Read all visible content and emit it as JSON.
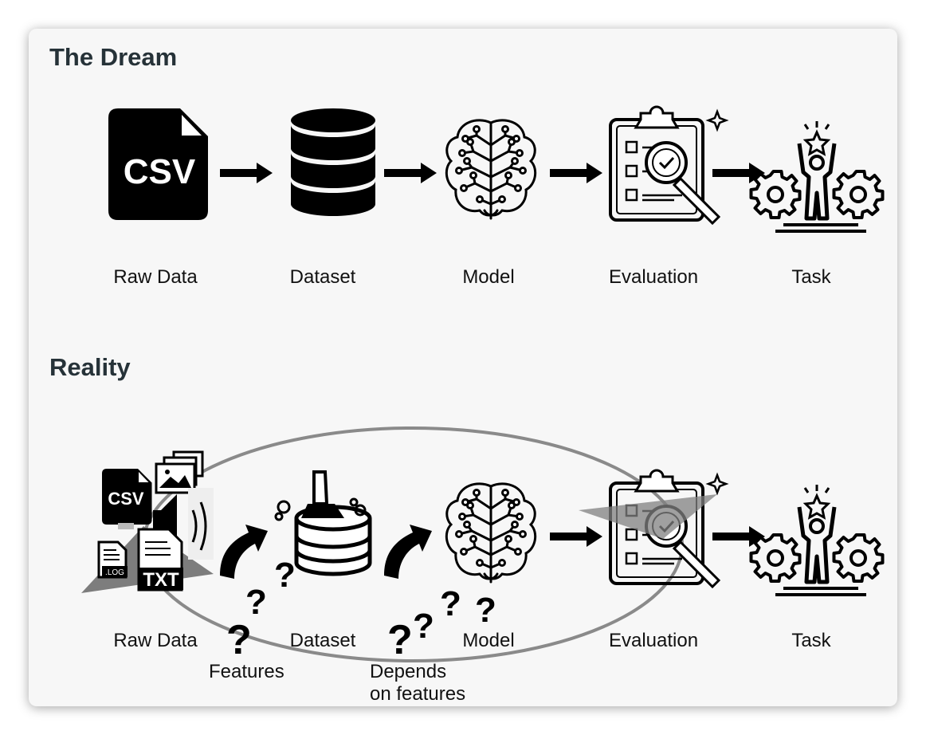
{
  "dream": {
    "title": "The Dream",
    "stages": [
      "Raw Data",
      "Dataset",
      "Model",
      "Evaluation",
      "Task"
    ],
    "icons": [
      "csv-file-icon",
      "database-icon",
      "brain-icon",
      "evaluation-clipboard-icon",
      "task-success-icon"
    ]
  },
  "reality": {
    "title": "Reality",
    "stages": [
      "Raw Data",
      "Dataset",
      "Model",
      "Evaluation",
      "Task"
    ],
    "raw_files": [
      "CSV",
      "TXT",
      ".LOG"
    ],
    "notes": {
      "features": "Features",
      "depends_line1": "Depends",
      "depends_line2": "on features"
    },
    "question_mark": "?"
  },
  "colors": {
    "icon": "#000000",
    "title": "#263238",
    "loop": "#888888",
    "card": "#f7f7f7"
  }
}
